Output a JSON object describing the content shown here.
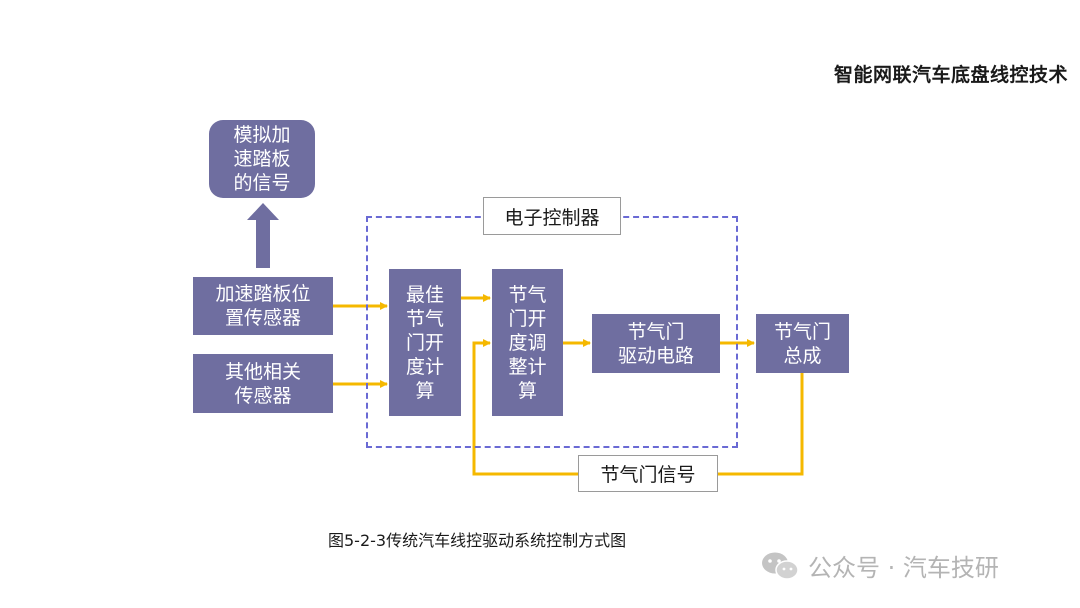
{
  "header": {
    "title": "智能网联汽车底盘线控技术"
  },
  "diagram": {
    "pedal_signal": "模拟加\n速踏板\n的信号",
    "pedal_sensor": "加速踏板位\n置传感器",
    "other_sensors": "其他相关\n传感器",
    "ecu_label": "电子控制器",
    "optimal_calc": "最佳\n节气\n门开\n度计\n算",
    "adjust_calc": "节气\n门开\n度调\n整计\n算",
    "drive_circuit": "节气门\n驱动电路",
    "throttle_assembly": "节气门\n总成",
    "throttle_signal": "节气门信号"
  },
  "caption": "图5-2-3传统汽车线控驱动系统控制方式图",
  "watermark": {
    "text": "公众号 · 汽车技研",
    "icon": "wechat-icon"
  },
  "colors": {
    "box_fill": "#6f6ea0",
    "arrow": "#f5b800",
    "up_arrow": "#6f6ea0",
    "ecu_border": "#6a6ad4"
  }
}
